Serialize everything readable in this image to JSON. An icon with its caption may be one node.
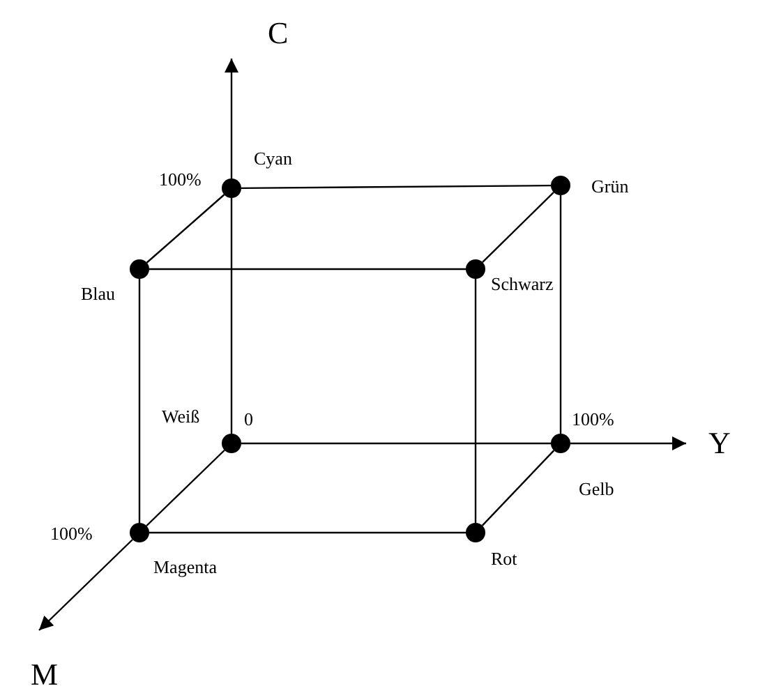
{
  "diagram": {
    "nodes": [
      {
        "text": [],
        "shape": "circle",
        "beside": [
          "Cyan"
        ]
      },
      {
        "text": [],
        "shape": "circle",
        "beside": [
          "Grün"
        ]
      },
      {
        "text": [],
        "shape": "circle",
        "beside": [
          "Blau"
        ]
      },
      {
        "text": [],
        "shape": "circle",
        "beside": [
          "Schwarz"
        ]
      },
      {
        "text": [],
        "shape": "circle",
        "beside": [
          "Weiß"
        ]
      },
      {
        "text": [],
        "shape": "circle",
        "beside": [
          "Gelb"
        ]
      },
      {
        "text": [],
        "shape": "circle",
        "beside": [
          "Magenta"
        ]
      },
      {
        "text": [],
        "shape": "circle",
        "beside": [
          "Rot"
        ]
      }
    ],
    "edges": [
      {
        "from": 4,
        "to": 0,
        "arrow": "none"
      },
      {
        "from": 4,
        "to": 5,
        "arrow": "none"
      },
      {
        "from": 4,
        "to": 6,
        "arrow": "none"
      },
      {
        "from": 0,
        "to": 1,
        "arrow": "none"
      },
      {
        "from": 0,
        "to": 2,
        "arrow": "none"
      },
      {
        "from": 2,
        "to": 6,
        "arrow": "none"
      },
      {
        "from": 2,
        "to": 3,
        "arrow": "none"
      },
      {
        "from": 6,
        "to": 7,
        "arrow": "none"
      },
      {
        "from": 5,
        "to": 7,
        "arrow": "none"
      },
      {
        "from": 5,
        "to": 1,
        "arrow": "none"
      },
      {
        "from": 1,
        "to": 3,
        "arrow": "none"
      },
      {
        "from": 3,
        "to": 7,
        "arrow": "none"
      }
    ],
    "labels": [
      "C",
      "100%",
      "0",
      "100%",
      "Y",
      "100%",
      "M"
    ]
  }
}
